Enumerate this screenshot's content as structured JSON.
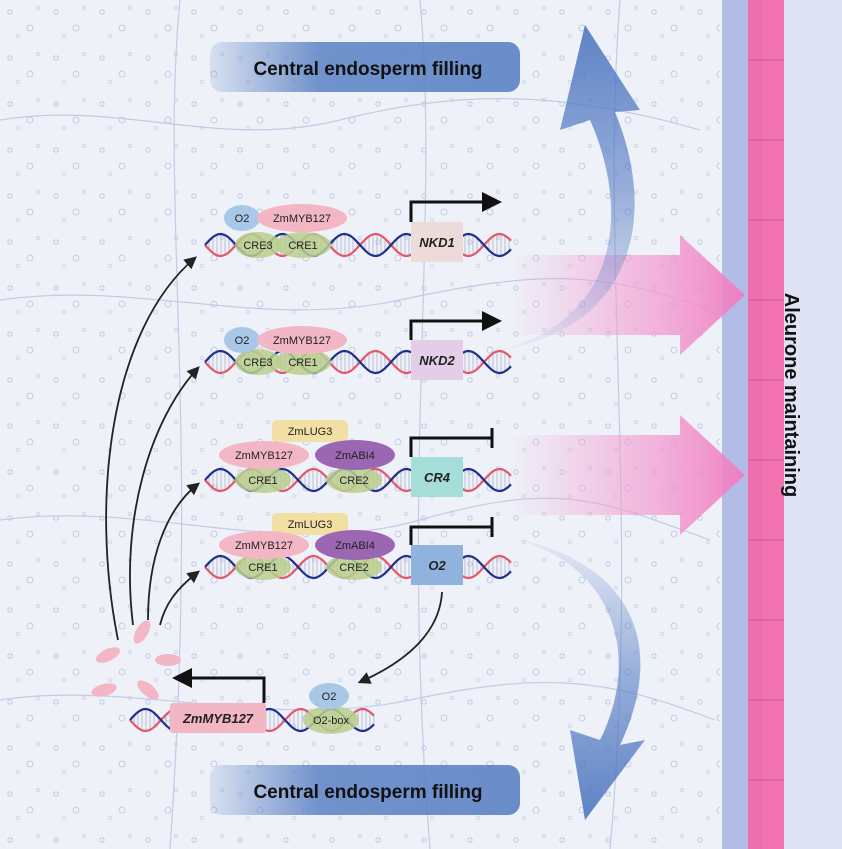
{
  "title_top": "Central endosperm filling",
  "title_bottom": "Central endosperm filling",
  "aleurone_label": "Aleurone maintaining",
  "colors": {
    "banner": "#5b82c4",
    "aleurone_strip": "#f06aaa",
    "pink_arrow": "#f39ad0",
    "blue_arrow": "#4e76c0",
    "dna_red": "#e4576a",
    "dna_blue": "#1f2f8a"
  },
  "modules": [
    {
      "gene": "NKD1",
      "effect": "activation",
      "factors": [
        "O2",
        "ZmMYB127"
      ],
      "elements": [
        "CRE3",
        "CRE1"
      ]
    },
    {
      "gene": "NKD2",
      "effect": "activation",
      "factors": [
        "O2",
        "ZmMYB127"
      ],
      "elements": [
        "CRE3",
        "CRE1"
      ]
    },
    {
      "gene": "CR4",
      "effect": "repression",
      "corepressor": "ZmLUG3",
      "factors": [
        "ZmMYB127",
        "ZmABI4"
      ],
      "elements": [
        "CRE1",
        "CRE2"
      ]
    },
    {
      "gene": "O2",
      "effect": "repression",
      "corepressor": "ZmLUG3",
      "factors": [
        "ZmMYB127",
        "ZmABI4"
      ],
      "elements": [
        "CRE1",
        "CRE2"
      ]
    }
  ],
  "feedback": {
    "gene": "ZmMYB127",
    "factor": "O2",
    "element": "O2-box"
  }
}
